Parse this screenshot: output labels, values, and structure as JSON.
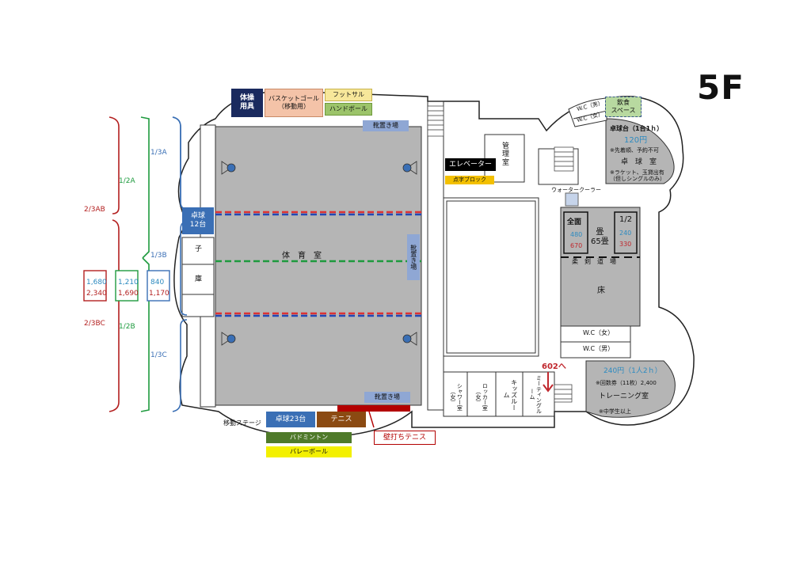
{
  "floor": "5F",
  "brackets": {
    "third_a": "1/3A",
    "third_b": "1/3B",
    "third_c": "1/3C",
    "half_a": "1/2A",
    "half_b": "1/2B",
    "twothird_ab": "2/3AB",
    "twothird_bc": "2/3BC"
  },
  "fees": {
    "twothird": {
      "blue": "1,680",
      "red": "2,340"
    },
    "half": {
      "blue": "1,210",
      "red": "1,690"
    },
    "third": {
      "blue": "840",
      "red": "1,170"
    }
  },
  "gym": {
    "equipment_gym": "体操\n用具",
    "basket_goal": "バスケットゴール\n（移動用）",
    "futsal": "フットサル",
    "handball": "ハンドボール",
    "shoe_top": "靴置き場",
    "shoe_side": "靴置き場",
    "shoe_bottom": "靴置き場",
    "gym_room": "体　育　室",
    "table_tennis_12": "卓球\n12台",
    "child": "子",
    "storage": "庫",
    "moving_stage": "移動ステージ",
    "table_tennis_23": "卓球23台",
    "tennis": "テニス",
    "badminton": "バドミントン",
    "volleyball": "バレーボール",
    "wall_tennis": "壁打ちテニス"
  },
  "center": {
    "elevator": "エレベーター",
    "braille": "点字ブロック",
    "management": "管\n理\n室",
    "water_cooler": "ウォータークーラー",
    "shower_f": "シャワー室（女）",
    "locker_f": "ロッカー室（女）",
    "kids_room": "キッズルーム",
    "meeting_room": "ミーティングルーム",
    "to_602": "602へ"
  },
  "right": {
    "wc_m_top": "W.C（男）",
    "wc_f_top": "W.C（女）",
    "dining": "飲食\nスペース",
    "tt_fee_title": "卓球台（1台1ｈ）",
    "tt_fee": "120円",
    "tt_note1": "※先着順、予約不可",
    "tt_room": "卓　球　室",
    "tt_note2": "※ラケット、玉貸出有\n（但しシングルのみ）",
    "full": "全面",
    "full_blue": "480",
    "full_red": "670",
    "tatami": "畳\n65畳",
    "half": "1/2",
    "half_blue": "240",
    "half_red": "330",
    "dojo": "柔　剣　道　場",
    "floor_room": "床",
    "wc_f": "W.C（女）",
    "wc_m": "W.C（男）",
    "train_fee": "240円（1人2ｈ）",
    "train_ticket": "※回数券（11枚）2,400",
    "train_room": "トレーニング室",
    "train_note": "※中学生以上"
  }
}
